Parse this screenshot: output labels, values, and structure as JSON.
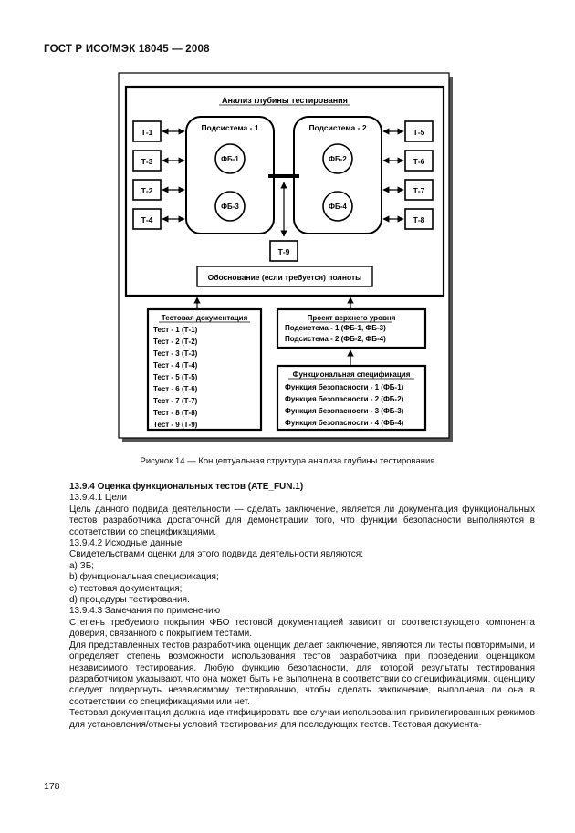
{
  "header": {
    "title": "ГОСТ Р ИСО/МЭК 18045 — 2008"
  },
  "diagram": {
    "outer_title": "Анализ глубины тестирования",
    "subsystems": [
      {
        "label": "Подсистема - 1",
        "blocks": [
          "ФБ-1",
          "ФБ-3"
        ]
      },
      {
        "label": "Подсистема - 2",
        "blocks": [
          "ФБ-2",
          "ФБ-4"
        ]
      }
    ],
    "left_tests": [
      "Т-1",
      "Т-3",
      "Т-2",
      "Т-4"
    ],
    "right_tests": [
      "Т-5",
      "Т-6",
      "Т-7",
      "Т-8"
    ],
    "center_test": "Т-9",
    "justification": "Обоснование (если требуется) полноты",
    "test_docs": {
      "title": "Тестовая документация",
      "items": [
        "Тест - 1 (Т-1)",
        "Тест - 2 (Т-2)",
        "Тест - 3 (Т-3)",
        "Тест - 4 (Т-4)",
        "Тест - 5 (Т-5)",
        "Тест - 6 (Т-6)",
        "Тест - 7 (Т-7)",
        "Тест - 8 (Т-8)",
        "Тест - 9 (Т-9)"
      ]
    },
    "hl_design": {
      "title": "Проект верхнего уровня",
      "items": [
        "Подсистема - 1 (ФБ-1, ФБ-3)",
        "Подсистема - 2 (ФБ-2, ФБ-4)"
      ]
    },
    "func_spec": {
      "title": "Функциональная спецификация",
      "items": [
        "Функция безопасности - 1 (ФБ-1)",
        "Функция безопасности - 2 (ФБ-2)",
        "Функция безопасности - 3 (ФБ-3)",
        "Функция безопасности - 4 (ФБ-4)"
      ]
    }
  },
  "caption": "Рисунок 14 — Концептуальная структура анализа глубины тестирования",
  "body": {
    "section_heading": "13.9.4 Оценка функциональных тестов (ATE_FUN.1)",
    "s1_heading": "13.9.4.1 Цели",
    "s1_text": "Цель данного подвида деятельности — сделать заключение, является ли документация функциональных тестов разработчика достаточной для демонстрации того, что функции безопасности выполняются в соответствии со спецификациями.",
    "s2_heading": "13.9.4.2 Исходные данные",
    "s2_intro": "Свидетельствами оценки для этого подвида деятельности являются:",
    "s2_items": [
      "а) ЗБ;",
      "b) функциональная спецификация;",
      "c) тестовая документация;",
      "d) процедуры тестирования."
    ],
    "s3_heading": "13.9.4.3 Замечания по применению",
    "p1": "Степень требуемого покрытия ФБО тестовой документацией зависит от соответствующего компонента доверия, связанного с покрытием тестами.",
    "p2": "Для представленных тестов разработчика оценщик делает заключение, являются ли тесты повторимыми, и определяет степень возможности использования тестов разработчика при проведении оценщиком независимого тестирования. Любую функцию безопасности, для которой результаты тестирования разработчиком указывают, что она может быть не выполнена в соответствии со спецификациями, оценщику следует подвергнуть независимому тестированию, чтобы сделать заключение, выполнена ли она в соответствии со спецификациями или нет.",
    "p3": "Тестовая документация должна идентифицировать все случаи использования привилегированных режимов для установления/отмены условий тестирования для последующих тестов. Тестовая документа-"
  },
  "page_number": "178"
}
